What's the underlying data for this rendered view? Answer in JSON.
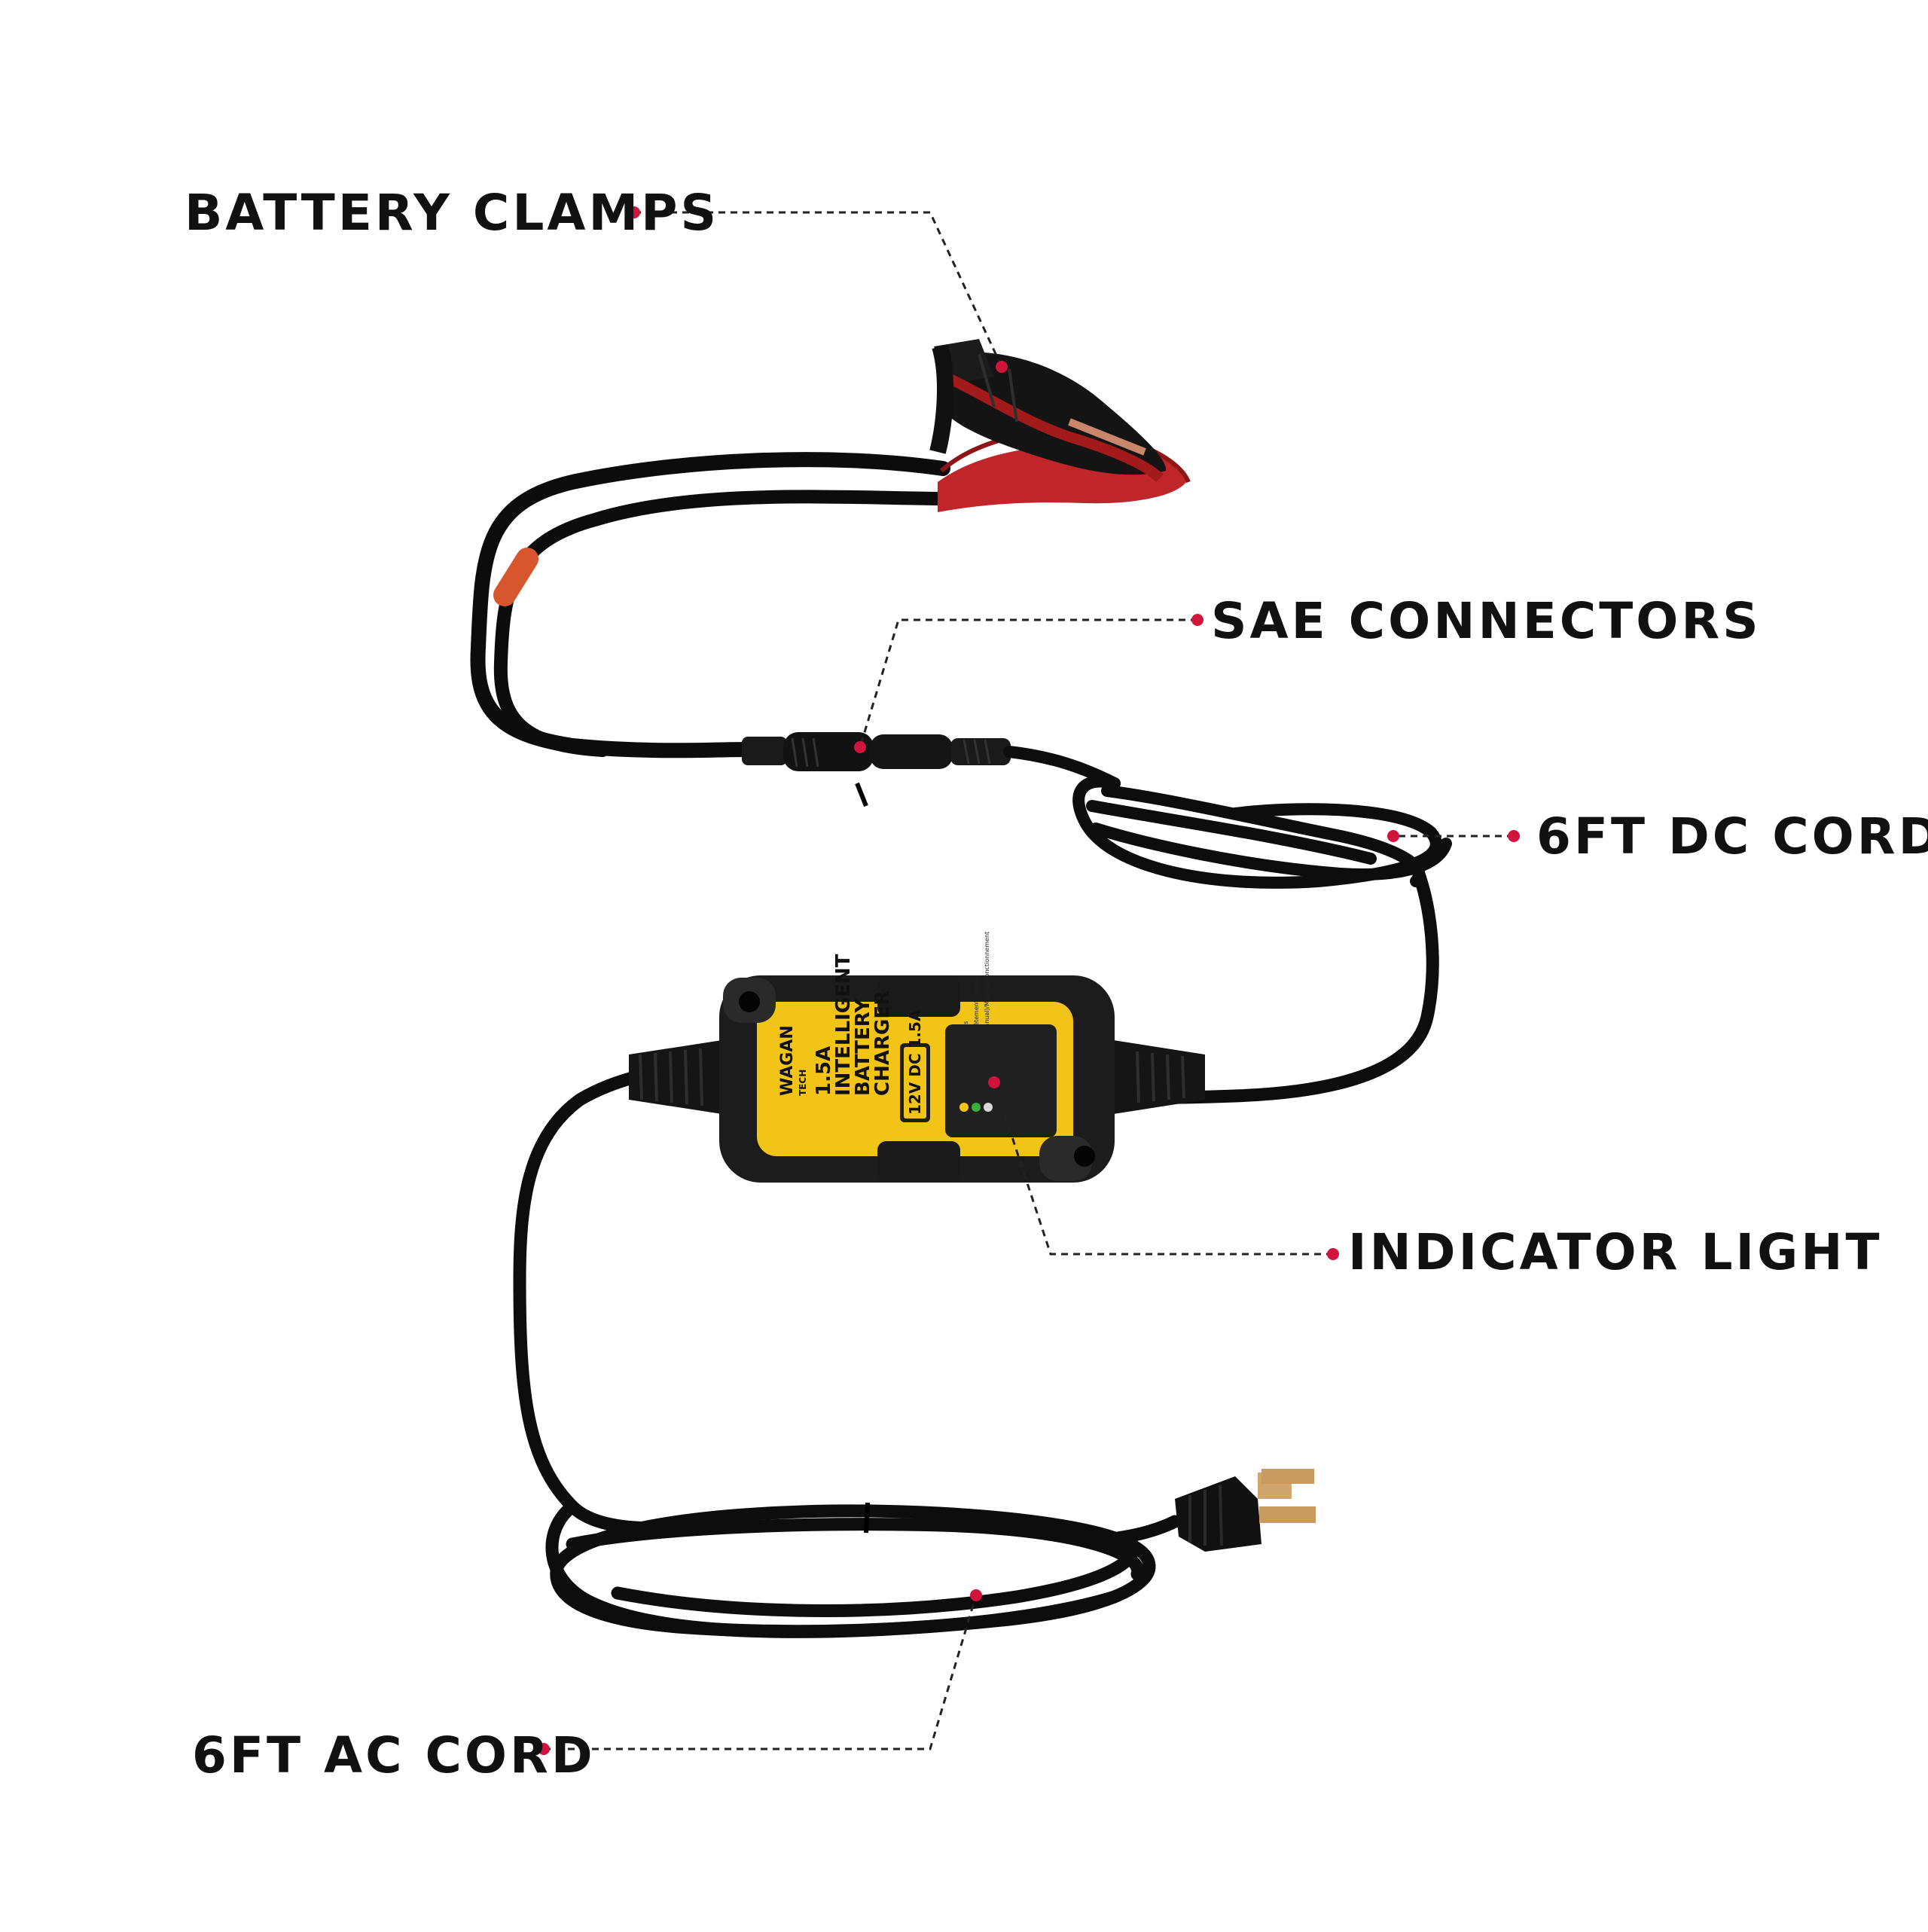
{
  "accent_color": "#d0143c",
  "charger_color": "#f2c418",
  "callouts": {
    "battery_clamps": "BATTERY CLAMPS",
    "sae_connectors": "SAE CONNECTORS",
    "dc_cord": "6FT DC CORD",
    "indicator_light": "INDICATOR LIGHT",
    "ac_cord": "6FT AC CORD"
  },
  "device": {
    "brand": "WAGAN",
    "brand_sub": "TECH",
    "line1": "1.5A",
    "line2": "INTELLIGENT",
    "line3": "BATTERY",
    "line4": "CHARGER",
    "rating": "12V DC 1.5A",
    "legend_charging": "Charging/Charge en cours",
    "legend_complete": "Charge Complete/Complètement chargé",
    "legend_faulty": "Faulty Operation (see manual)/Mauvais fonctionnement"
  },
  "icons": {
    "clamp": "battery-clamp-icon",
    "plug": "ac-plug-icon"
  }
}
